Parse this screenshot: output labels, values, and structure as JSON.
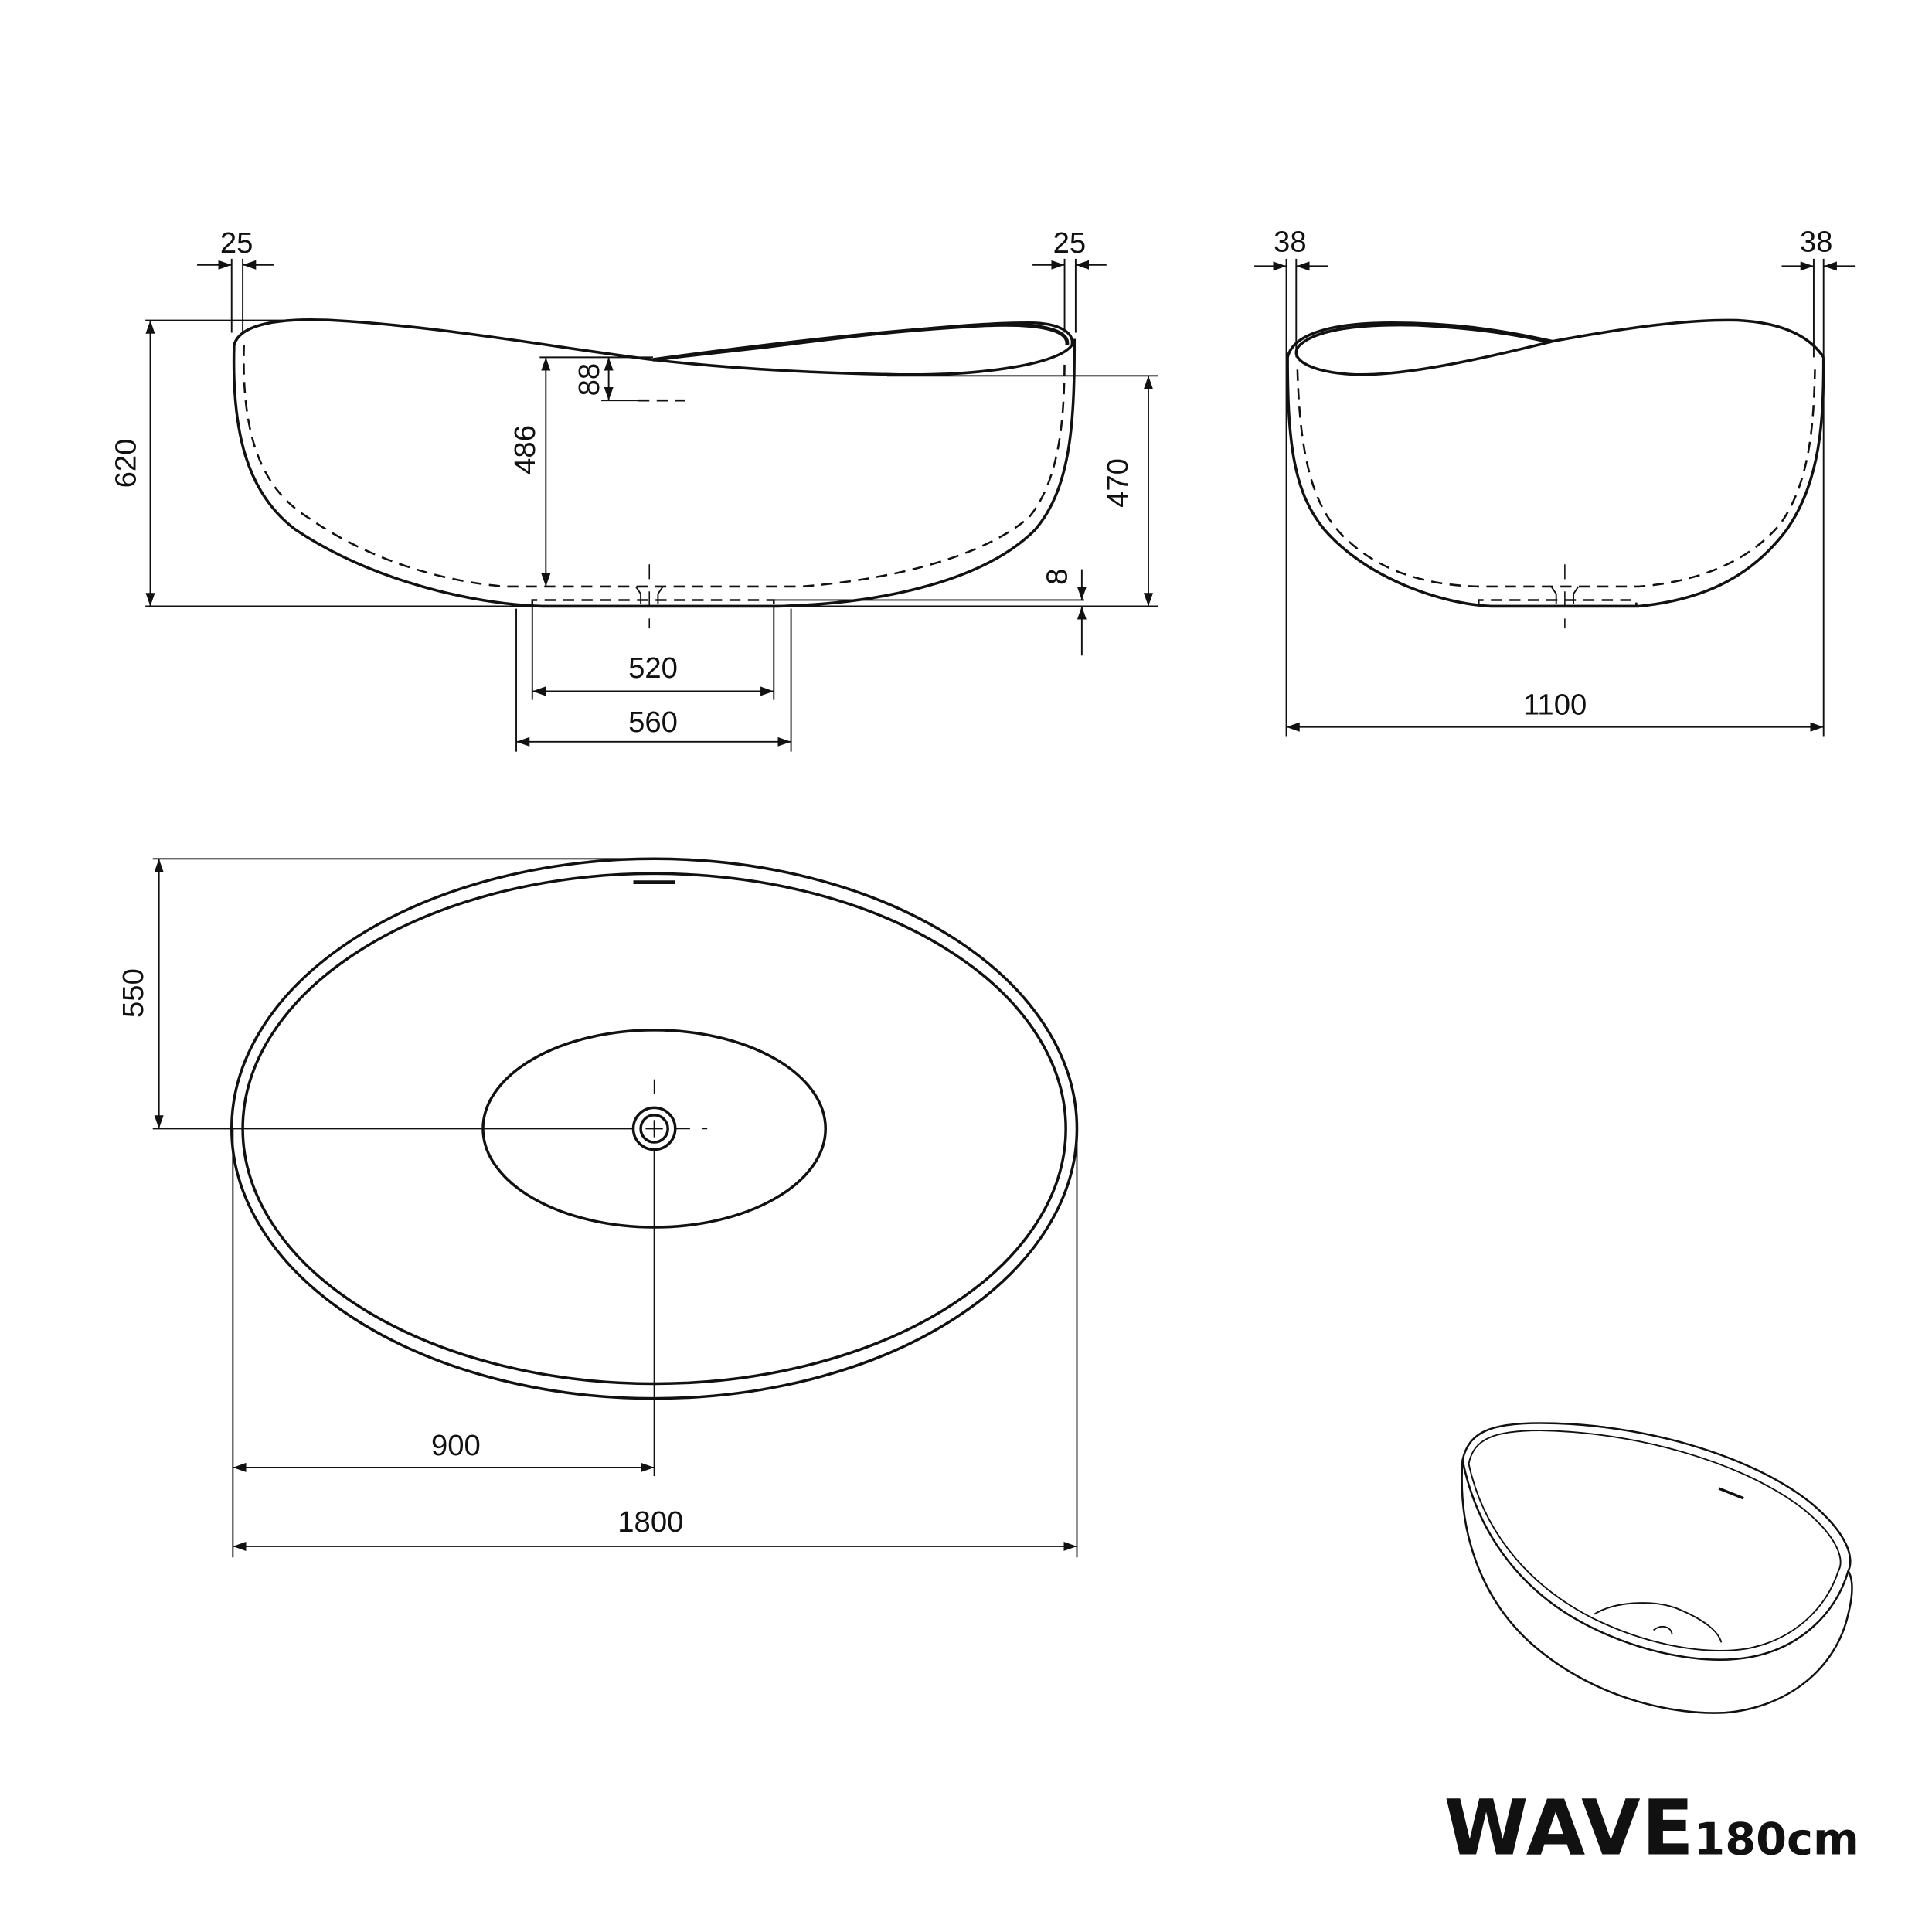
{
  "drawing": {
    "product_name": "WAVE",
    "product_size": "180cm",
    "colors": {
      "line": "#111111",
      "background": "#ffffff"
    }
  },
  "side_view": {
    "rim_left": "25",
    "rim_right": "25",
    "total_height": "620",
    "inner_depth_center": "486",
    "overflow_offset": "88",
    "inner_depth_right": "470",
    "base_recess": "8",
    "base_inner_width": "520",
    "base_outer_width": "560"
  },
  "end_view": {
    "rim_left": "38",
    "rim_right": "38",
    "total_width": "1100"
  },
  "top_view": {
    "half_width": "550",
    "drain_offset": "900",
    "total_length": "1800"
  }
}
